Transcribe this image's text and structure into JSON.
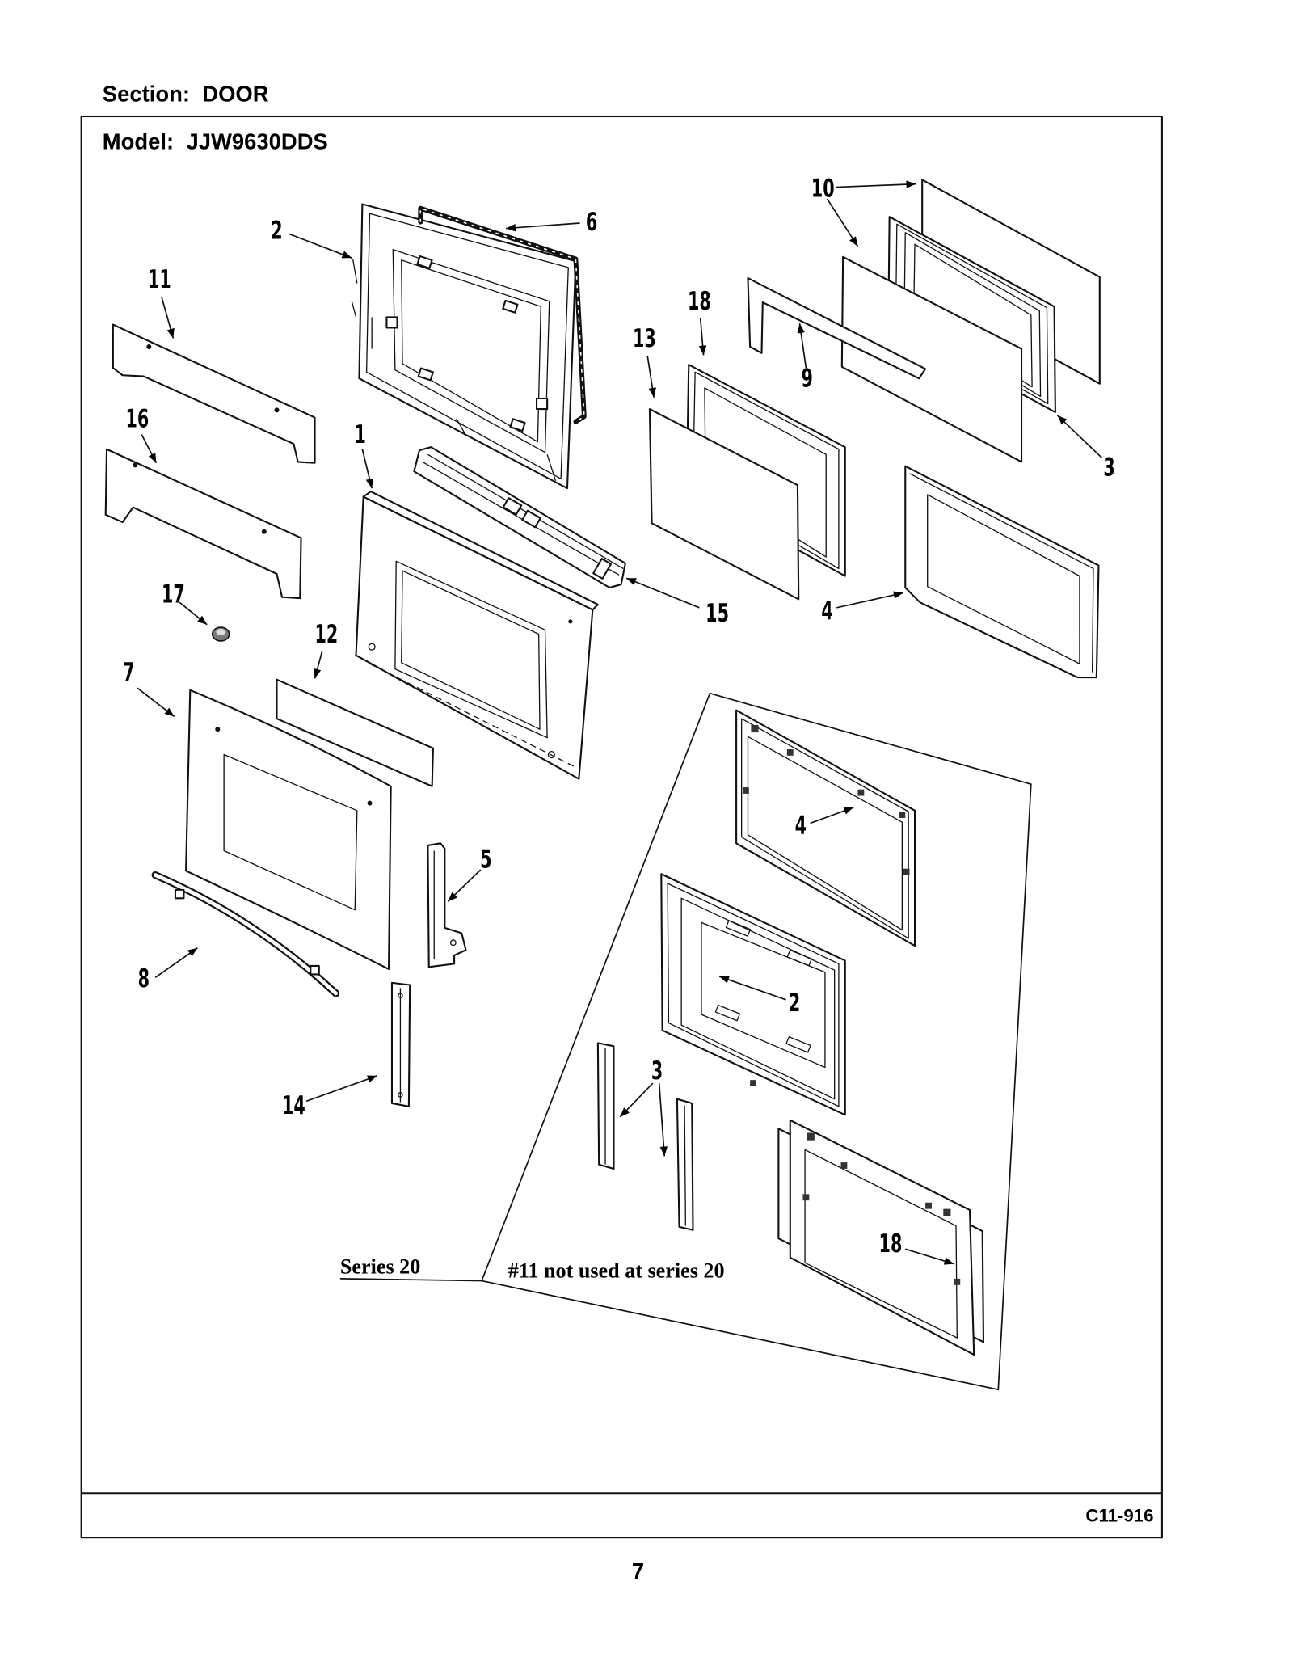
{
  "header": {
    "section": "Section:  DOOR",
    "model": "Model:  JJW9630DDS"
  },
  "diagram": {
    "callouts": [
      "10",
      "6",
      "2",
      "11",
      "18",
      "13",
      "9",
      "16",
      "1",
      "3",
      "17",
      "15",
      "4",
      "12",
      "7",
      "5",
      "8",
      "14",
      "4",
      "2",
      "3",
      "18"
    ],
    "series_label": "Series 20",
    "note": "#11 not used at series 20"
  },
  "footer": {
    "code": "C11-916",
    "page_number": "7"
  }
}
